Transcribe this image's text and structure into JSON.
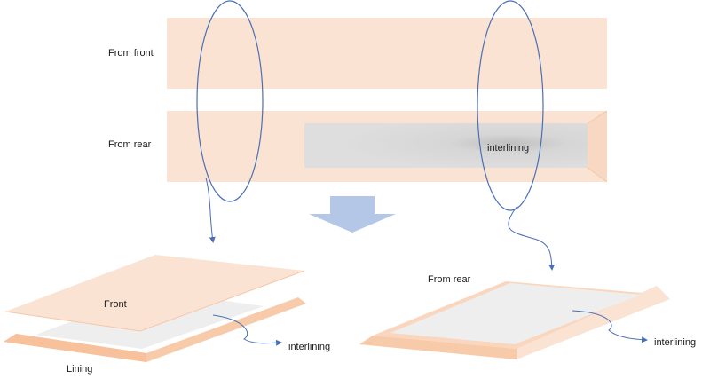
{
  "labels": {
    "from_front": "From front",
    "from_rear": "From rear",
    "interlining_top": "interlining",
    "front_panel": "Front",
    "lining": "Lining",
    "interlining_left": "interlining",
    "from_rear_bottom": "From rear",
    "interlining_right": "interlining"
  },
  "colors": {
    "fabric": "#fbe3d4",
    "fabric_edge": "#f7cba9",
    "interlining": "#d9d9d9",
    "interlining_light": "#eeeeee",
    "callout": "#4a6fb5",
    "arrow": "#b4c7e7"
  }
}
